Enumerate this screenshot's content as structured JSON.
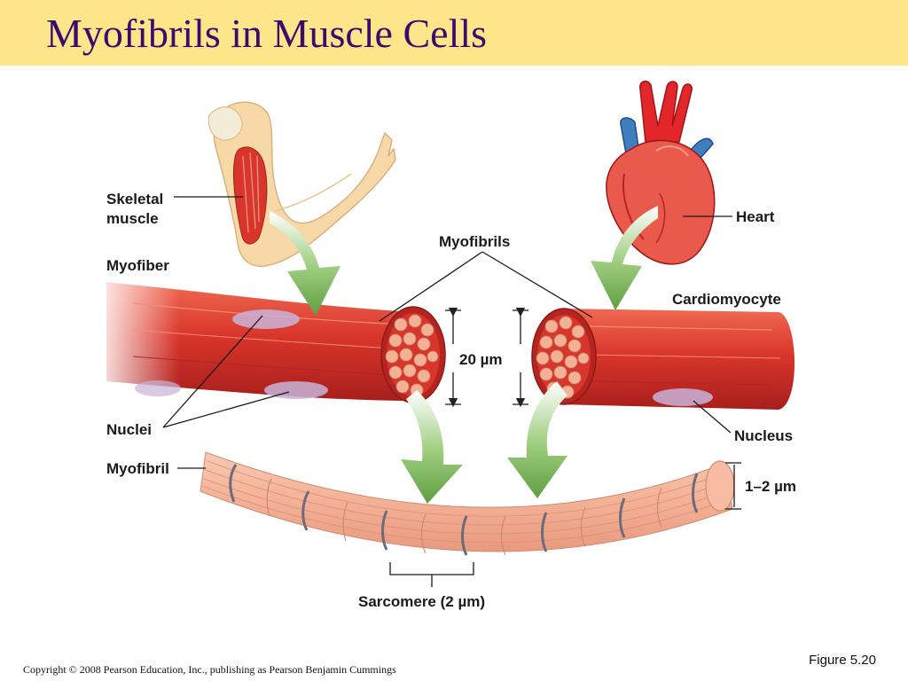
{
  "slide": {
    "title": "Myofibrils in Muscle Cells",
    "figure": "Figure 5.20",
    "copyright": "Copyright © 2008 Pearson Education, Inc., publishing as Pearson Benjamin Cummings"
  },
  "labels": {
    "skeletal_muscle_line1": "Skeletal",
    "skeletal_muscle_line2": "muscle",
    "heart": "Heart",
    "myofibrils": "Myofibrils",
    "myofiber": "Myofiber",
    "cardiomyocyte": "Cardiomyocyte",
    "width_20": "20 µm",
    "nuclei": "Nuclei",
    "nucleus": "Nucleus",
    "myofibril": "Myofibril",
    "width_1_2": "1–2 µm",
    "sarcomere": "Sarcomere (2 µm)"
  },
  "colors": {
    "title_bg": "#fde68a",
    "title_text": "#3b0a6e",
    "muscle_red": "#d9362b",
    "muscle_dark": "#b52420",
    "myofibril_pink": "#f3b196",
    "arrow_green": "#79b45a",
    "nucleus": "#c9b3d8",
    "artery_red": "#e3262a",
    "vein_blue": "#3f7fc0"
  }
}
